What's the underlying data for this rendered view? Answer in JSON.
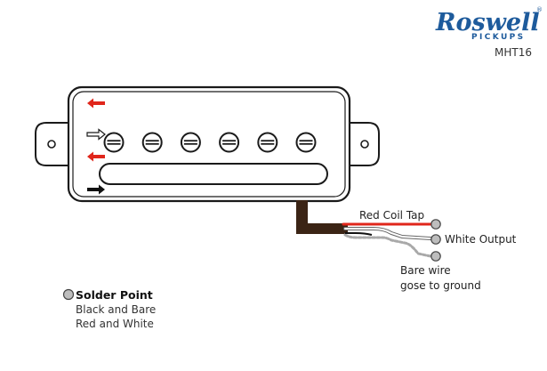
{
  "brand": {
    "name": "Roswell",
    "subtitle": "PICKUPS",
    "registered_mark": "®",
    "color": "#1e5b9c"
  },
  "model": "MHT16",
  "wires": [
    {
      "label": "Red Coil Tap",
      "color": "#e0261b"
    },
    {
      "label": "White Output",
      "color": "#ffffff"
    },
    {
      "label_lines": [
        "Bare wire",
        "gose to ground"
      ],
      "color": "#a9a9a9"
    }
  ],
  "legend": {
    "title": "Solder Point",
    "lines": [
      "Black and Bare",
      "Red and White"
    ]
  },
  "arrows": [
    {
      "row": "top",
      "direction": "left",
      "color": "#e0261b"
    },
    {
      "row": "upper-middle",
      "direction": "right",
      "color": "#ffffff",
      "style": "outline"
    },
    {
      "row": "lower-middle",
      "direction": "left",
      "color": "#e0261b"
    },
    {
      "row": "bottom",
      "direction": "right",
      "color": "#111111"
    }
  ],
  "pole_piece_count": 6,
  "solder_point_color": "#bdbdbd"
}
